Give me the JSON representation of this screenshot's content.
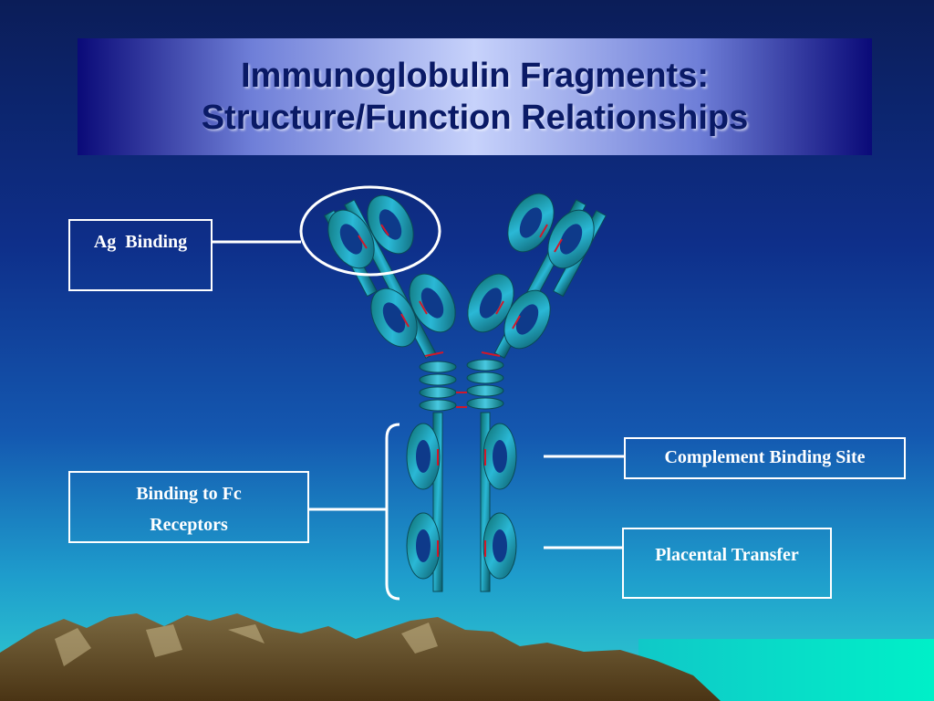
{
  "slide": {
    "title_line1": "Immunoglobulin Fragments:",
    "title_line2": "Structure/Function Relationships"
  },
  "callouts": {
    "ag_binding": "Ag  Binding",
    "fc_receptors_line1": "Binding to Fc",
    "fc_receptors_line2": "Receptors",
    "complement": "Complement Binding Site",
    "placental": "Placental Transfer"
  },
  "colors": {
    "background_top": "#0a1e5a",
    "background_bottom": "#29b8d0",
    "title_text": "#0a1a66",
    "domain_fill": "#1a9aa8",
    "disulfide": "#d0182a",
    "mountain": "#5a4218",
    "sea": "#00e8c0"
  }
}
